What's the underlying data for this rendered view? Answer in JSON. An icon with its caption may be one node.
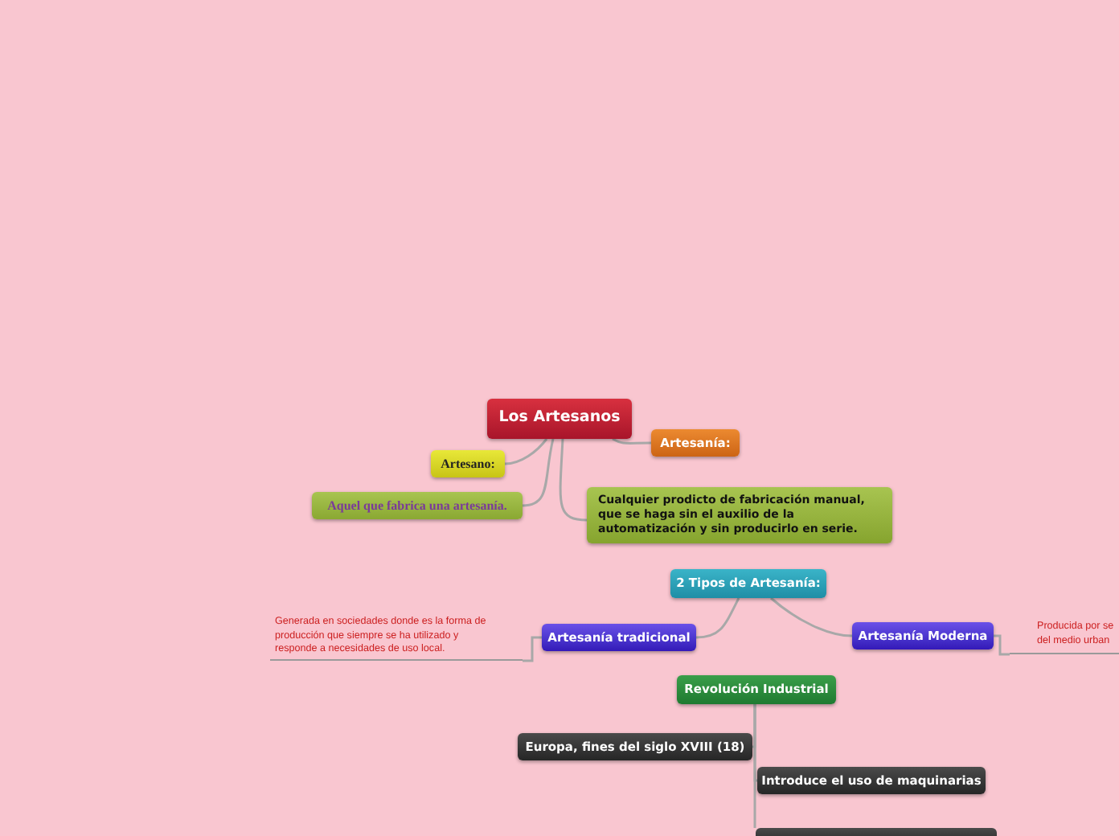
{
  "diagram": {
    "nodes": [
      {
        "text": [
          "Los Artesanos"
        ]
      },
      {
        "text": [
          "Artesanía:"
        ]
      },
      {
        "text": [
          "Artesano:"
        ]
      },
      {
        "text": [
          "Aquel que fabrica una artesanía."
        ]
      },
      {
        "text": [
          "Cualquier prodicto de fabricación manual, que se haga sin el auxilio de la automatización y sin producirlo en serie."
        ]
      },
      {
        "text": [
          "2 Tipos de Artesanía:"
        ]
      },
      {
        "text": [
          "Artesanía tradicional"
        ]
      },
      {
        "text": [
          "Artesanía Moderna"
        ]
      },
      {
        "text": [
          "Generada en sociedades donde es la forma de producción que siempre se ha utilizado y responde a necesidades de uso local."
        ]
      },
      {
        "text": [
          "Producida por se del medio urban"
        ]
      },
      {
        "text": [
          "Revolución Industrial"
        ]
      },
      {
        "text": [
          "Europa, fines del siglo XVIII (18)"
        ]
      },
      {
        "text": [
          "Introduce el uso de maquinarias"
        ]
      },
      {
        "text": [],
        "shape": "box"
      }
    ],
    "edges": [
      {
        "from": 0,
        "to": 1,
        "arrow": "none"
      },
      {
        "from": 0,
        "to": 2,
        "arrow": "none"
      },
      {
        "from": 0,
        "to": 3,
        "arrow": "none"
      },
      {
        "from": 0,
        "to": 4,
        "arrow": "none"
      },
      {
        "from": 5,
        "to": 6,
        "arrow": "none"
      },
      {
        "from": 5,
        "to": 7,
        "arrow": "none"
      },
      {
        "from": 6,
        "to": 8,
        "arrow": "none"
      },
      {
        "from": 7,
        "to": 9,
        "arrow": "none"
      },
      {
        "from": 10,
        "to": 11,
        "arrow": "none"
      },
      {
        "from": 10,
        "to": 12,
        "arrow": "none"
      },
      {
        "from": 10,
        "to": 13,
        "arrow": "none"
      }
    ]
  }
}
